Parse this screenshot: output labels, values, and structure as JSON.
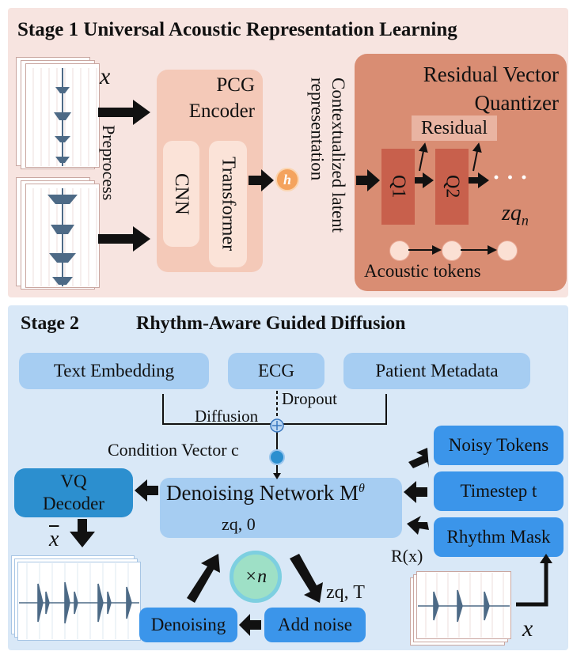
{
  "stage1": {
    "title": "Stage 1 Universal Acoustic Representation Learning",
    "x_label": "x",
    "preprocess_label": "Preprocess",
    "encoder": {
      "title": "PCG\nEncoder",
      "cnn_label": "CNN",
      "transformer_label": "Transformer"
    },
    "h_label": "h",
    "latent_label": "Contextualized latent representation",
    "rvq": {
      "title": "Residual Vector Quantizer",
      "residual_label": "Residual",
      "q1_label": "Q1",
      "q2_label": "Q2",
      "ellipsis": "· · ·",
      "zqn_label": "zq",
      "zqn_sub": "n",
      "tokens_label": "Acoustic tokens"
    }
  },
  "stage2": {
    "title": "Stage 2",
    "subtitle": "Rhythm-Aware Guided Diffusion",
    "conditions": [
      "Text Embedding",
      "ECG",
      "Patient Metadata"
    ],
    "dropout_label": "Dropout",
    "diffusion_label": "Diffusion",
    "condition_vector_label": "Condition Vector c",
    "denoising_network": {
      "label": "Denoising Network M",
      "sup": "θ",
      "sublabel": "zq, 0"
    },
    "inputs": [
      "Noisy Tokens",
      "Timestep t",
      "Rhythm Mask"
    ],
    "rx_label": "R(x)",
    "vq_decoder_label": "VQ Decoder",
    "xbar_label": "x",
    "loop_label": "×n",
    "zqT_label": "zq, T",
    "denoising_label": "Denoising",
    "add_noise_label": "Add noise",
    "x_label": "x"
  }
}
